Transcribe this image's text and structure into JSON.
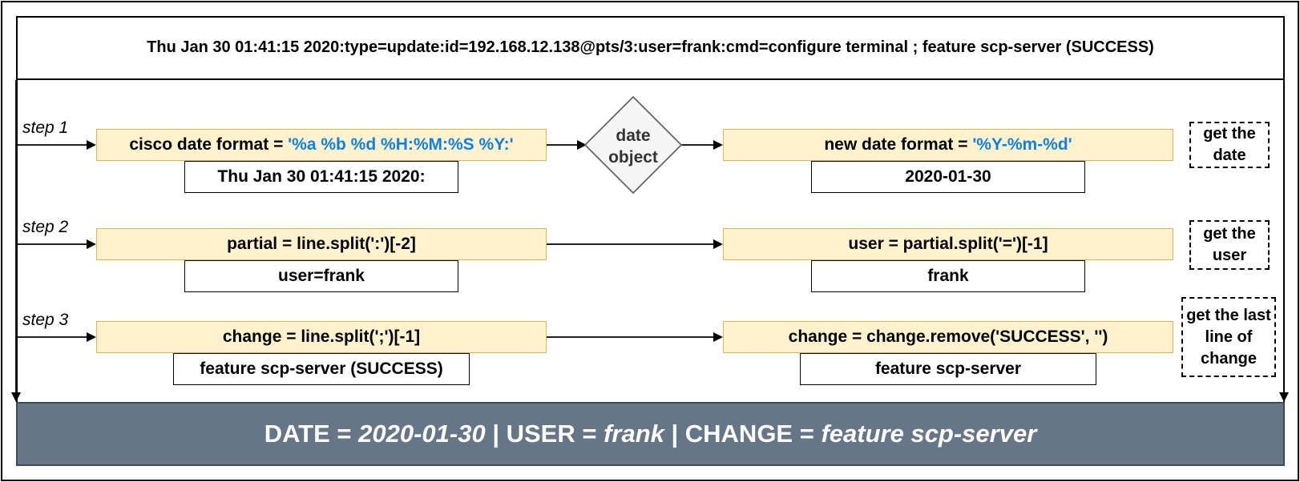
{
  "header": {
    "log_line": "Thu Jan 30 01:41:15 2020:type=update:id=192.168.12.138@pts/3:user=frank:cmd=configure terminal ; feature scp-server (SUCCESS)"
  },
  "steps": {
    "step1": {
      "label": "step 1",
      "input_prefix": "cisco date format = ",
      "input_code": "'%a %b %d %H:%M:%S %Y:'",
      "input_value": "Thu Jan 30 01:41:15 2020:",
      "decision": "date object",
      "output_prefix": "new date format = ",
      "output_code": "'%Y-%m-%d'",
      "output_value": "2020-01-30",
      "note": "get the date"
    },
    "step2": {
      "label": "step 2",
      "input_expr": "partial = line.split(':')[-2]",
      "input_value": "user=frank",
      "output_expr": "user = partial.split('=')[-1]",
      "output_value": "frank",
      "note": "get the user"
    },
    "step3": {
      "label": "step 3",
      "input_expr": "change = line.split(';')[-1]",
      "input_value": "feature scp-server (SUCCESS)",
      "output_expr": "change = change.remove('SUCCESS', '')",
      "output_value": "feature scp-server",
      "note": "get the last line of change"
    }
  },
  "result": {
    "date_label": "DATE = ",
    "date_value": "2020-01-30",
    "sep1": " | USER = ",
    "user_value": "frank",
    "sep2": " | CHANGE = ",
    "change_value": "feature scp-server"
  },
  "colors": {
    "code_accent": "#0a82e8",
    "step_fill": "#fff2cc",
    "step_border": "#d6b656",
    "result_fill": "#647687"
  }
}
